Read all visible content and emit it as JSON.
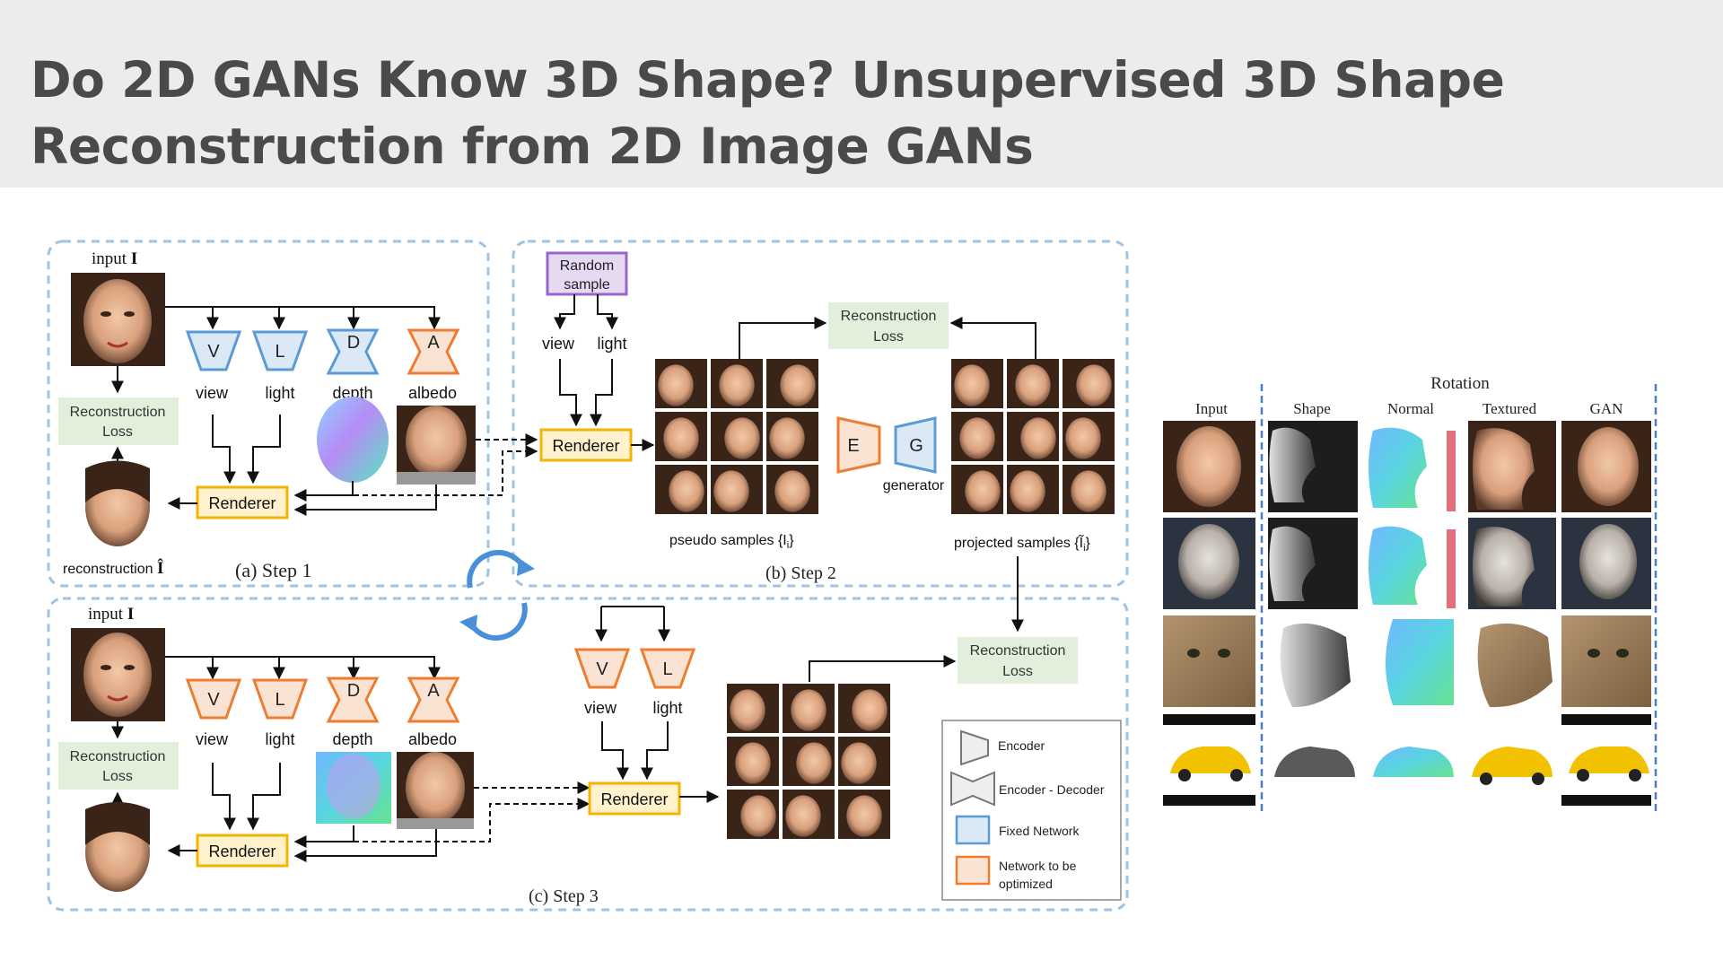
{
  "slide": {
    "title": "Do 2D GANs Know 3D Shape? Unsupervised 3D Shape Reconstruction from 2D Image GANs"
  },
  "diagram": {
    "step1": {
      "caption": "(a) Step 1",
      "input_label": "input",
      "input_symbol": "I",
      "recon_loss_line1": "Reconstruction",
      "recon_loss_line2": "Loss",
      "renderer": "Renderer",
      "recon_label": "reconstruction",
      "recon_symbol": "Î",
      "nets": [
        {
          "letter": "V",
          "label": "view"
        },
        {
          "letter": "L",
          "label": "light"
        },
        {
          "letter": "D",
          "label": "depth"
        },
        {
          "letter": "A",
          "label": "albedo"
        }
      ]
    },
    "step2": {
      "caption": "(b) Step 2",
      "random_line1": "Random",
      "random_line2": "sample",
      "view": "view",
      "light": "light",
      "renderer": "Renderer",
      "recon_loss_line1": "Reconstruction",
      "recon_loss_line2": "Loss",
      "encoder_letter": "E",
      "generator_letter": "G",
      "generator_label": "generator",
      "pseudo_label": "pseudo  samples  {I",
      "pseudo_sub": "i",
      "projected_label": "projected  samples  {Ĩ",
      "projected_sub": "i"
    },
    "step3": {
      "caption": "(c) Step 3",
      "input_label": "input",
      "input_symbol": "I",
      "recon_loss_line1": "Reconstruction",
      "recon_loss_line2": "Loss",
      "renderer": "Renderer",
      "nets": [
        {
          "letter": "V",
          "label": "view"
        },
        {
          "letter": "L",
          "label": "light"
        },
        {
          "letter": "D",
          "label": "depth"
        },
        {
          "letter": "A",
          "label": "albedo"
        }
      ],
      "view": "view",
      "light": "light",
      "renderer2": "Renderer",
      "recon_loss2_line1": "Reconstruction",
      "recon_loss2_line2": "Loss"
    },
    "legend": {
      "encoder": "Encoder",
      "encoder_decoder": "Encoder - Decoder",
      "fixed": "Fixed Network",
      "optimized_line1": "Network to be",
      "optimized_line2": "optimized"
    },
    "colors": {
      "fixed": "#5b9bd5",
      "fixed_fill": "#dbe9f7",
      "optimized": "#ed7d31",
      "optimized_fill": "#fbe3d3",
      "renderer": "#f4b400",
      "renderer_fill": "#fff2cc",
      "loss_fill": "#e2efda",
      "random": "#9966cc",
      "random_fill": "#e6d9f2",
      "dashed_border": "#9dc3e6"
    }
  },
  "results": {
    "group_header": "Rotation",
    "columns": [
      "Input",
      "Shape",
      "Normal",
      "Textured",
      "GAN"
    ],
    "rows": [
      "woman face",
      "man face",
      "cat face",
      "yellow car"
    ]
  }
}
